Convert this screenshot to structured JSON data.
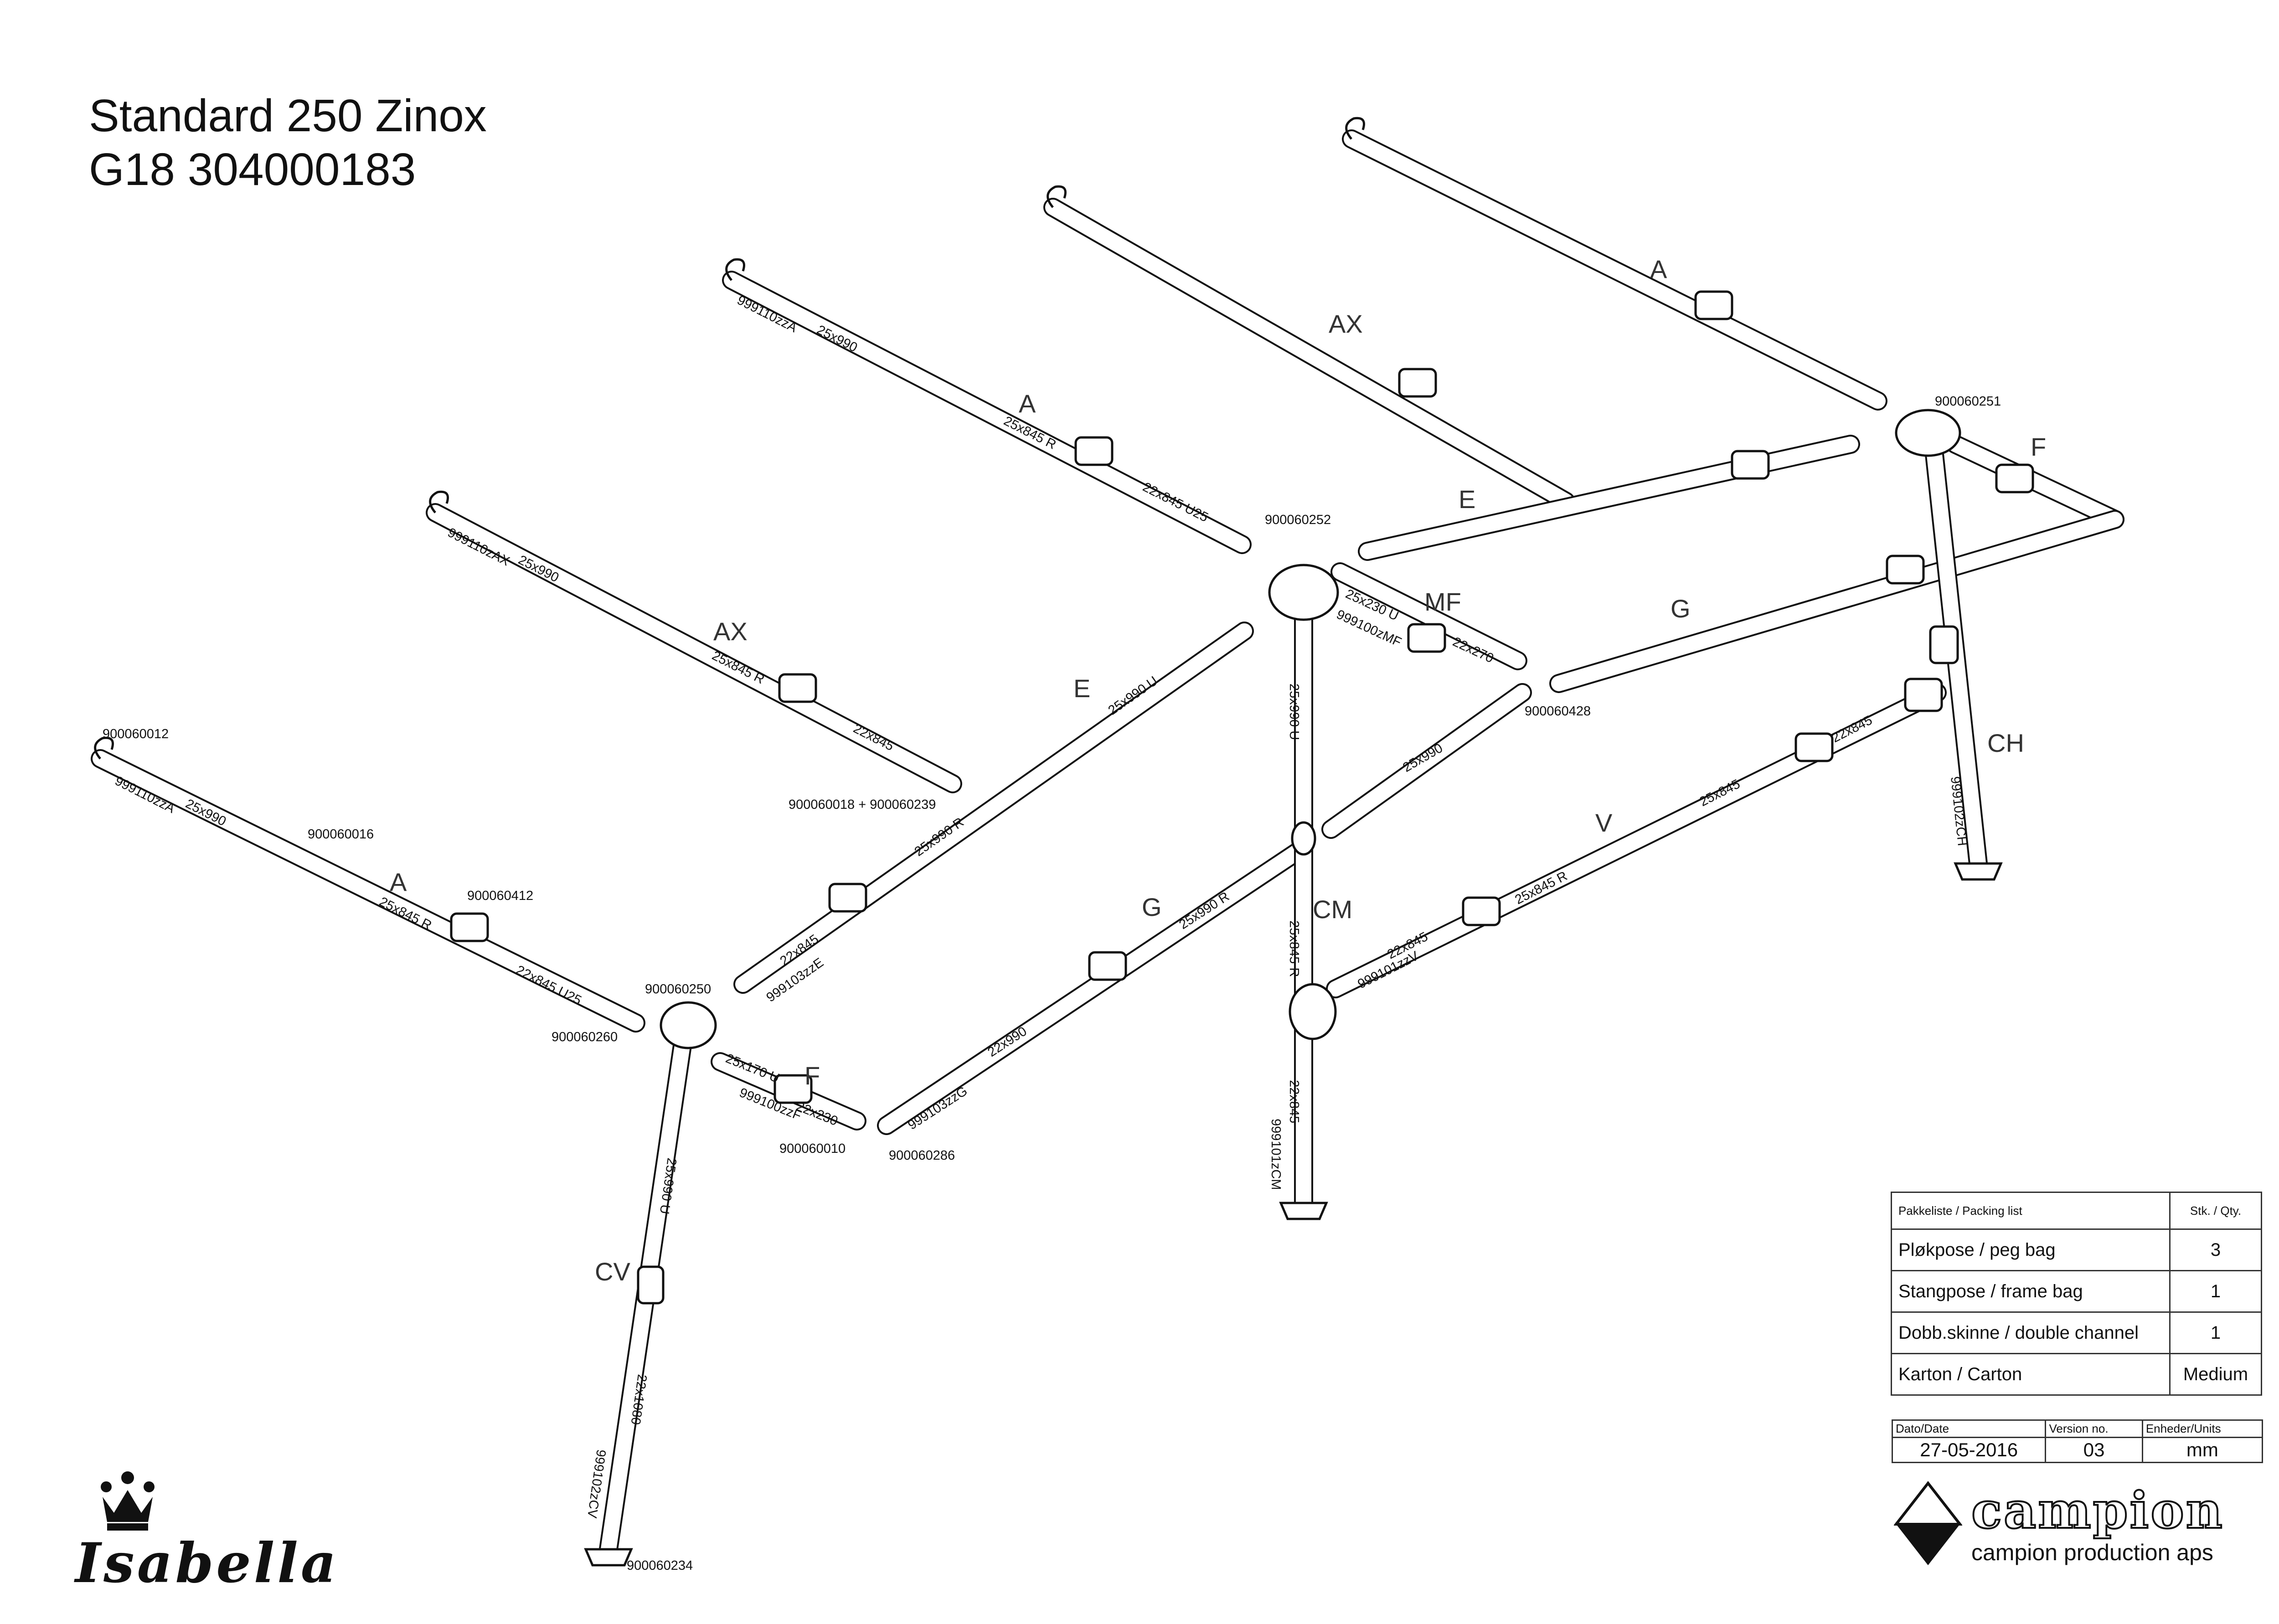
{
  "title": {
    "line1": "Standard 250 Zinox",
    "line2": "G18 304000183"
  },
  "section_labels": {
    "a1": "A",
    "ax1": "AX",
    "a2": "A",
    "ax2": "AX",
    "a3": "A",
    "e1": "E",
    "e2": "E",
    "f1": "F",
    "f2": "F",
    "mf": "MF",
    "g1": "G",
    "g2": "G",
    "ch": "CH",
    "cm": "CM",
    "cv": "CV",
    "v": "V"
  },
  "part_labels": {
    "p1": "999110zzA",
    "p2": "25x990",
    "p3": "25x845 R",
    "p4": "22x845 U25",
    "p5": "999110zAX",
    "p6": "25x990",
    "p7": "25x845 R",
    "p8": "22x845",
    "p9": "999110zzA",
    "p10": "25x990",
    "p11": "25x845 R",
    "p12": "22x845 U25",
    "p13": "25x990 U",
    "p14": "25x990 R",
    "p15": "22x845",
    "p16": "999103zzE",
    "p17": "25x990 U",
    "p18": "25x230 U",
    "p19": "999100zMF",
    "p20": "22x270",
    "p21": "25x990",
    "p22": "25x990 R",
    "p23": "22x990",
    "p24": "999103zzG",
    "p25": "25x845 R",
    "p26": "22x845",
    "p27": "999101zCM",
    "p28": "25x845",
    "p29": "22x845",
    "p30": "25x845 R",
    "p31": "22x845",
    "p32": "999101zzV",
    "p33": "999102zCH",
    "p34": "25x170 U",
    "p35": "999100zzF",
    "p36": "22x230",
    "p37": "25x990 U",
    "p38": "22x1080",
    "p39": "999102zCV"
  },
  "ref_numbers": {
    "r1": "900060251",
    "r2": "900060252",
    "r3": "900060018 + 900060239",
    "r4": "900060428",
    "r5": "900060012",
    "r6": "900060016",
    "r7": "900060412",
    "r8": "900060250",
    "r9": "900060260",
    "r10": "900060010",
    "r11": "900060286",
    "r12": "900060234"
  },
  "packing_list": {
    "header": "Pakkeliste / Packing list",
    "qty_header": "Stk. / Qty.",
    "rows": [
      {
        "item": "Pløkpose / peg bag",
        "qty": "3"
      },
      {
        "item": "Stangpose / frame bag",
        "qty": "1"
      },
      {
        "item": "Dobb.skinne / double channel",
        "qty": "1"
      },
      {
        "item": "Karton / Carton",
        "qty": "Medium"
      }
    ]
  },
  "meta": {
    "date_label": "Dato/Date",
    "date": "27-05-2016",
    "version_label": "Version no.",
    "version": "03",
    "units_label": "Enheder/Units",
    "units": "mm"
  },
  "logos": {
    "brand": "Isabella",
    "maker": "campion",
    "maker_sub": "campion production aps"
  }
}
